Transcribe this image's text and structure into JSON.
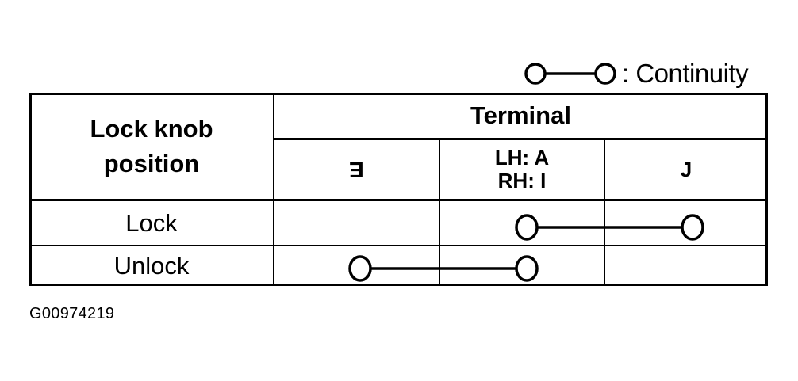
{
  "legend": {
    "symbol": "circle-line-circle",
    "label": ": Continuity"
  },
  "table": {
    "row_header_title": "Lock knob position",
    "row_header_lines": [
      "Lock knob",
      "position"
    ],
    "group_header": "Terminal",
    "columns": [
      {
        "label": "E",
        "rendered_rotated_180": true
      },
      {
        "label_lines": [
          "LH: A",
          "RH: I"
        ]
      },
      {
        "label": "J"
      }
    ],
    "rows": [
      {
        "position": "Lock",
        "continuity_between": [
          "LH: A / RH: I",
          "J"
        ]
      },
      {
        "position": "Unlock",
        "continuity_between": [
          "E",
          "LH: A / RH: I"
        ]
      }
    ]
  },
  "caption": "G00974219",
  "colors": {
    "line": "#000000",
    "background": "#ffffff"
  }
}
